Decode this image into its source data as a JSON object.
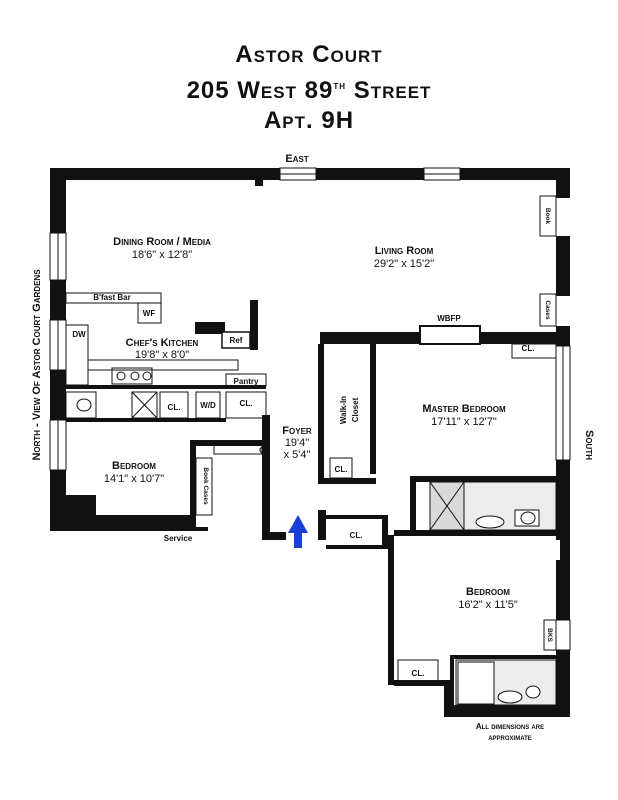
{
  "title": {
    "line1": "Astor Court",
    "line2_prefix": "205 West 89",
    "line2_sup": "th",
    "line2_suffix": " Street",
    "line3": "Apt. 9H"
  },
  "orientation": {
    "east": "East",
    "south": "South",
    "north": "North - View Of Astor Court Gardens"
  },
  "rooms": {
    "dining": {
      "name": "Dining Room / Media",
      "dims": "18'6\" x 12'8\""
    },
    "living": {
      "name": "Living Room",
      "dims": "29'2\" x 15'2\""
    },
    "kitchen": {
      "name": "Chef's Kitchen",
      "dims": "19'8\" x 8'0\""
    },
    "foyer": {
      "name": "Foyer",
      "dims1": "19'4\"",
      "dims2": "x 5'4\""
    },
    "master": {
      "name": "Master Bedroom",
      "dims": "17'11\" x 12'7\""
    },
    "bedroom1": {
      "name": "Bedroom",
      "dims": "14'1\" x 10'7\""
    },
    "bedroom2": {
      "name": "Bedroom",
      "dims": "16'2\" x 11'5\""
    }
  },
  "labels": {
    "bfast_bar": "B'fast Bar",
    "wf": "WF",
    "dw": "DW",
    "ref": "Ref",
    "pantry": "Pantry",
    "wd": "W/D",
    "cl": "CL.",
    "c": "C",
    "wbfp": "WBFP",
    "walkin1": "Walk-In",
    "walkin2": "Closet",
    "book": "Book",
    "cases": "Cases",
    "bks": "BKS",
    "book_cases": "Book Cases",
    "service": "Service",
    "disclaimer1": "All dimensions are",
    "disclaimer2": "approximate"
  },
  "colors": {
    "wall": "#111111",
    "entry_arrow": "#1a3fd6",
    "bath_tile": "#d9d9d9"
  }
}
